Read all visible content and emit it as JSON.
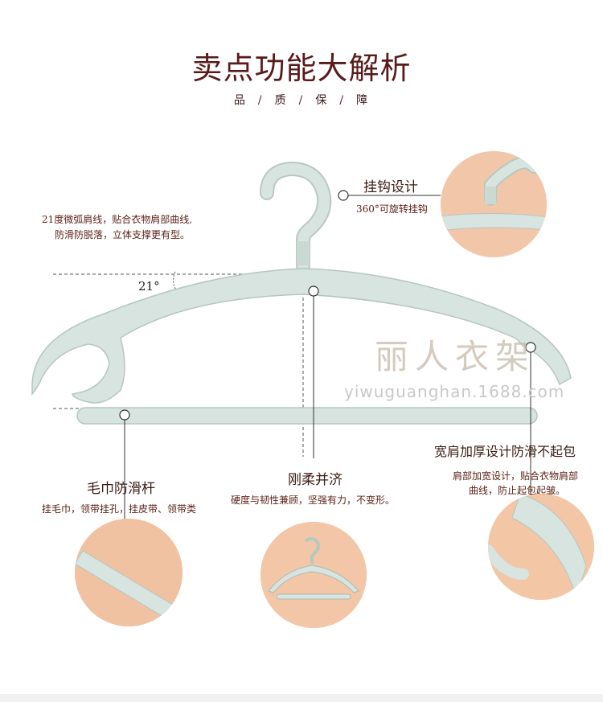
{
  "header": {
    "title": "卖点功能大解析",
    "subtitle": [
      "品",
      "质",
      "保",
      "障"
    ],
    "separator": "/"
  },
  "hook_feature": {
    "title": "挂钩设计",
    "text": "360°可旋转挂钩"
  },
  "arc_feature": {
    "line1": "21度微弧肩线，贴合衣物肩部曲线,",
    "line2": "防滑防脱落，立体支撑更有型。",
    "angle_label": "21°"
  },
  "watermark": {
    "logo_text": "丽人衣架",
    "url": "yiwuguanghan.1688.com"
  },
  "shoulder_feature": {
    "title": "宽肩加厚设计防滑不起包",
    "line1": "肩部加宽设计，贴合衣物肩部",
    "line2": "曲线，防止起包起皱。"
  },
  "towel_feature": {
    "title": "毛巾防滑杆",
    "text": "挂毛巾，领带挂孔，挂皮带、领带类"
  },
  "strength_feature": {
    "title": "刚柔并济",
    "text": "硬度与韧性兼顾，坚强有力，不变形。"
  },
  "colors": {
    "hanger": "#d7e4df",
    "hanger_edge": "#b5c6bf",
    "background_peach": "#f3c4a3",
    "title_text": "#5a1a1a"
  }
}
